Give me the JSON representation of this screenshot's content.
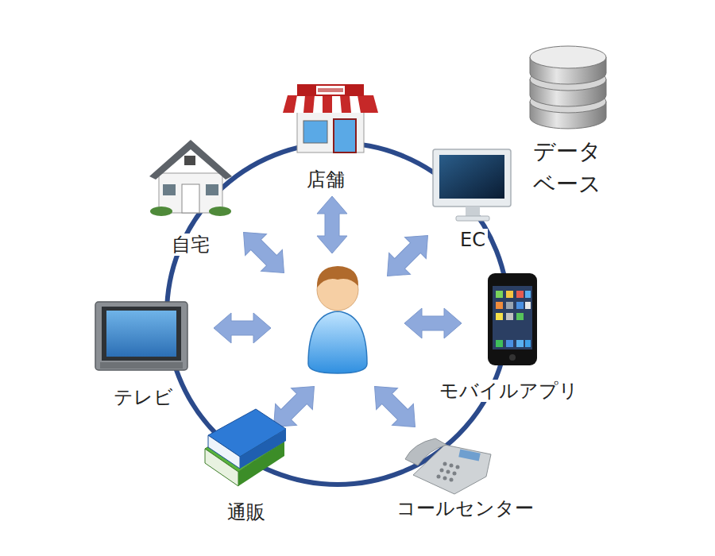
{
  "diagram": {
    "nodes": [
      {
        "text": [
          "店舗"
        ]
      },
      {
        "text": [
          "データ ベース"
        ]
      },
      {
        "text": [
          "自宅"
        ]
      },
      {
        "text": [
          "EC"
        ]
      },
      {
        "text": [
          "モバイルアプリ"
        ]
      },
      {
        "text": [
          "テレビ"
        ]
      },
      {
        "text": [
          "通販"
        ]
      },
      {
        "text": [
          "コールセンター"
        ]
      }
    ]
  }
}
